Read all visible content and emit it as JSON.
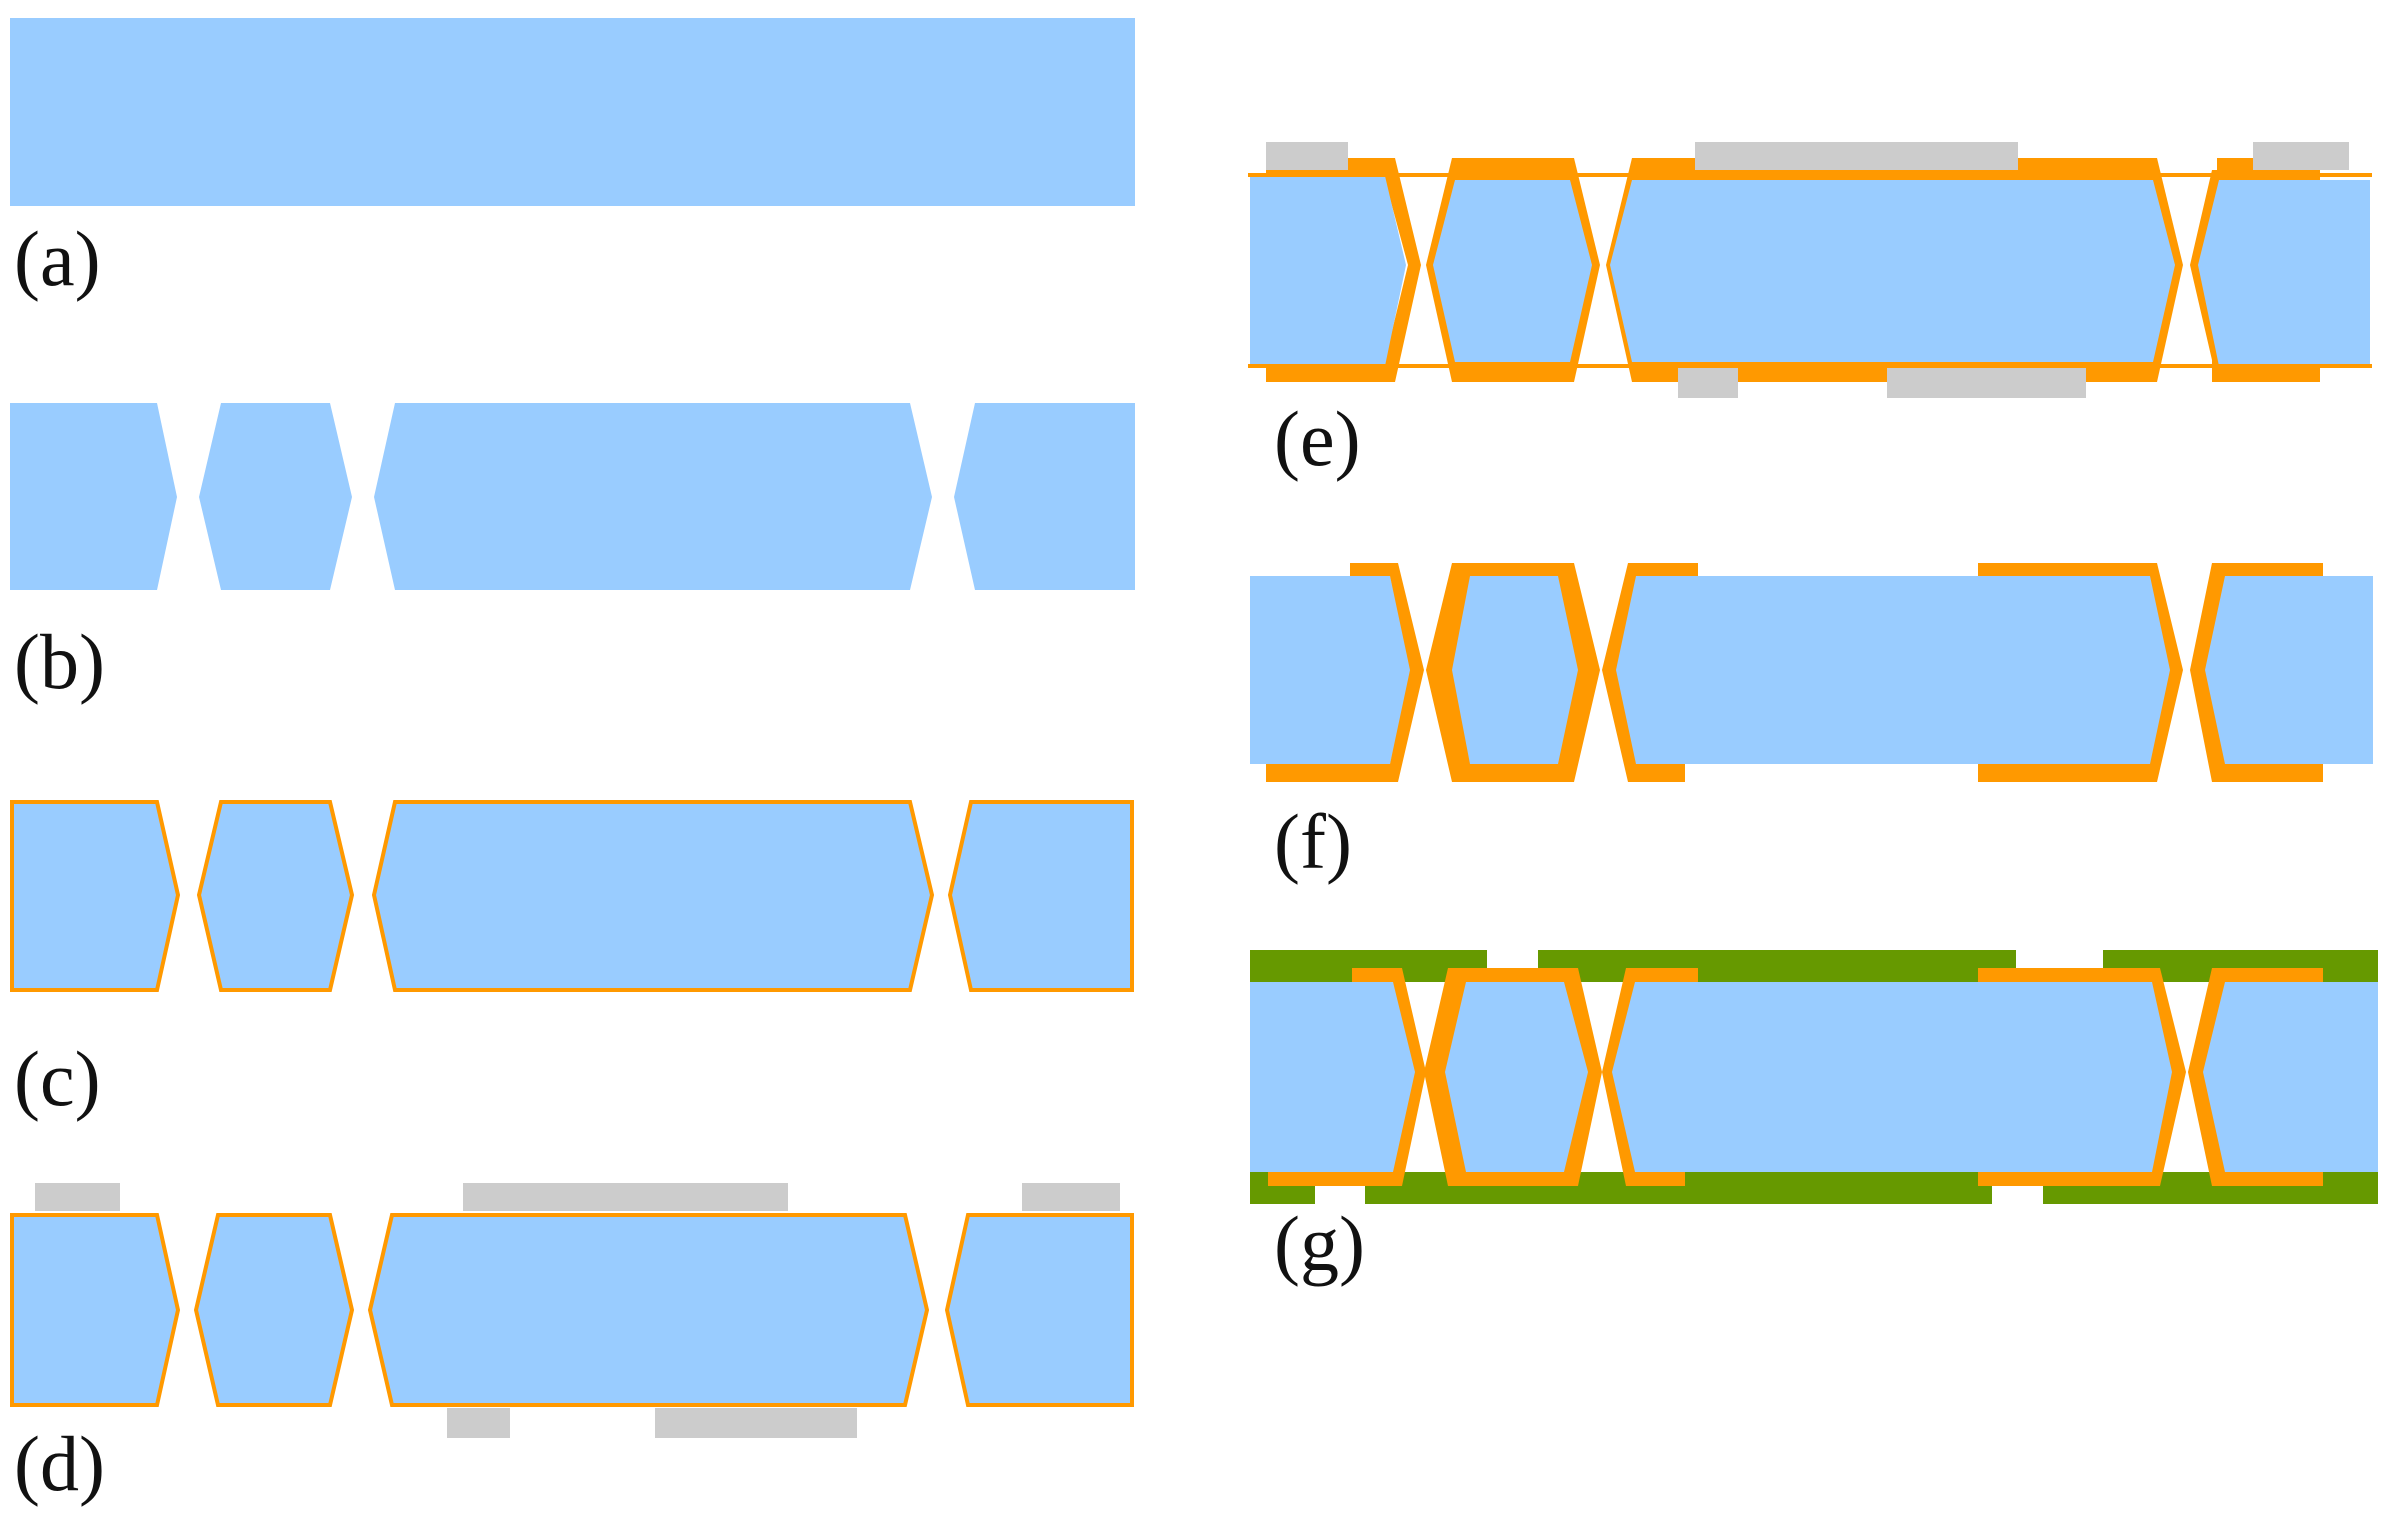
{
  "colors": {
    "substrate": "#99ccff",
    "copper": "#ff9900",
    "resist": "#cccccc",
    "soldermask": "#669900",
    "background": "#ffffff"
  },
  "panels": [
    {
      "id": "a",
      "label": "(a)"
    },
    {
      "id": "b",
      "label": "(b)"
    },
    {
      "id": "c",
      "label": "(c)"
    },
    {
      "id": "d",
      "label": "(d)"
    },
    {
      "id": "e",
      "label": "(e)"
    },
    {
      "id": "f",
      "label": "(f)"
    },
    {
      "id": "g",
      "label": "(g)"
    }
  ]
}
